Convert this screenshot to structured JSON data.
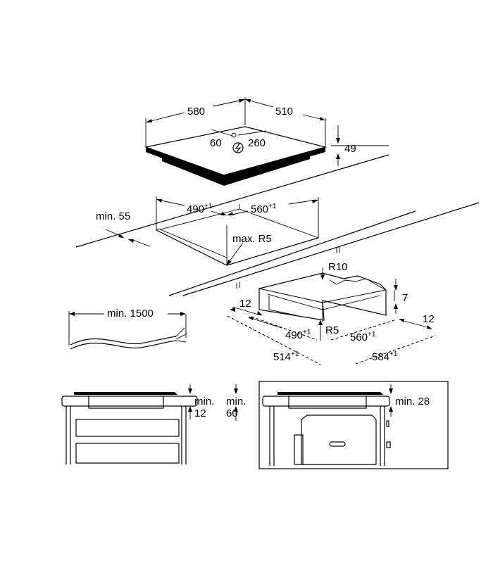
{
  "hob": {
    "width": "580",
    "depth": "510",
    "height": "49",
    "connection_offset": "60",
    "connection_depth": "260",
    "power_icon": "lightning-in-circle-icon"
  },
  "cutout": {
    "width": "490",
    "width_tol": "+1",
    "depth": "560",
    "depth_tol": "+1",
    "min_edge": "min. 55",
    "max_radius": "max. R5"
  },
  "frame": {
    "r_outer": "R10",
    "left_rim": "12",
    "right_rim": "12",
    "top_rim": "7",
    "inner_width": "490",
    "inner_width_tol": "+1",
    "inner_depth": "560",
    "inner_depth_tol": "+1",
    "r_inner": "R5",
    "outer_width": "514",
    "outer_width_tol": "+1",
    "outer_depth": "584",
    "outer_depth_tol": "+1"
  },
  "cable": {
    "min_length": "min. 1500"
  },
  "side_left": {
    "gap_label_1": "min.",
    "gap_value_1": "12",
    "gap_label_2": "min.",
    "gap_value_2": "60"
  },
  "side_right": {
    "gap_label": "min. 28"
  }
}
